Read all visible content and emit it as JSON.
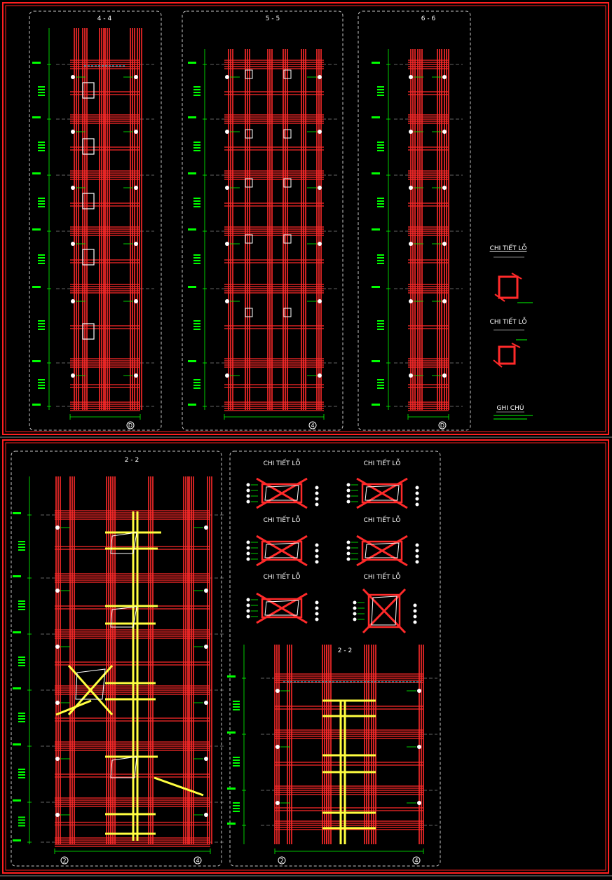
{
  "sheets": {
    "upper": {
      "sections": [
        {
          "id": "sec-4-4",
          "title": "4 - 4",
          "grid_marker": "D"
        },
        {
          "id": "sec-5-5",
          "title": "5 - 5",
          "grid_marker": "4"
        },
        {
          "id": "sec-6-6",
          "title": "6 - 6",
          "grid_marker": "D"
        }
      ],
      "details": [
        {
          "title": "CHI TIẾT LỖ"
        },
        {
          "title": "CHI TIẾT LỖ"
        }
      ],
      "notes_title": "GHI CHÚ"
    },
    "lower": {
      "section_main": {
        "title": "2 - 2",
        "grid_left": "2",
        "grid_right": "4"
      },
      "detail_titles": [
        "CHI TIẾT LỖ",
        "CHI TIẾT LỖ",
        "CHI TIẾT LỖ",
        "CHI TIẾT LỖ",
        "CHI TIẾT LỖ",
        "CHI TIẾT LỖ"
      ],
      "section_small": {
        "title": "2 - 2",
        "grid_left": "2",
        "grid_right": "4"
      }
    }
  },
  "colors": {
    "background": "#000000",
    "frame": "#ff2020",
    "rebar": "#ff2a2a",
    "ties": "#ffff40",
    "dims": "#00ff00",
    "text": "#ffffff",
    "dashed": "#c8c8c8",
    "cyan": "#00e0ff"
  }
}
